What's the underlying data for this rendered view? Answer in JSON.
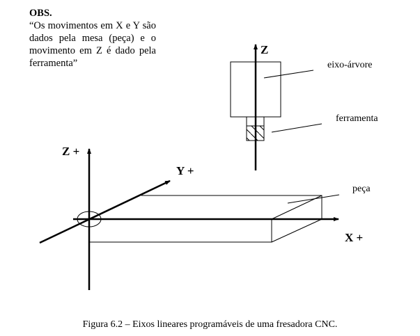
{
  "note": {
    "title": "OBS.",
    "text": "“Os movimentos em X e Y são dados pela mesa (peça) e o movimento em Z é dado pela ferramenta”"
  },
  "labels": {
    "z_spindle": "Z",
    "spindle": "eixo-árvore",
    "tool": "ferramenta",
    "z_plus": "Z +",
    "y_plus": "Y +",
    "x_plus": "X +",
    "workpiece": "peça"
  },
  "caption": "Figura 6.2 – Eixos lineares programáveis de uma fresadora CNC."
}
